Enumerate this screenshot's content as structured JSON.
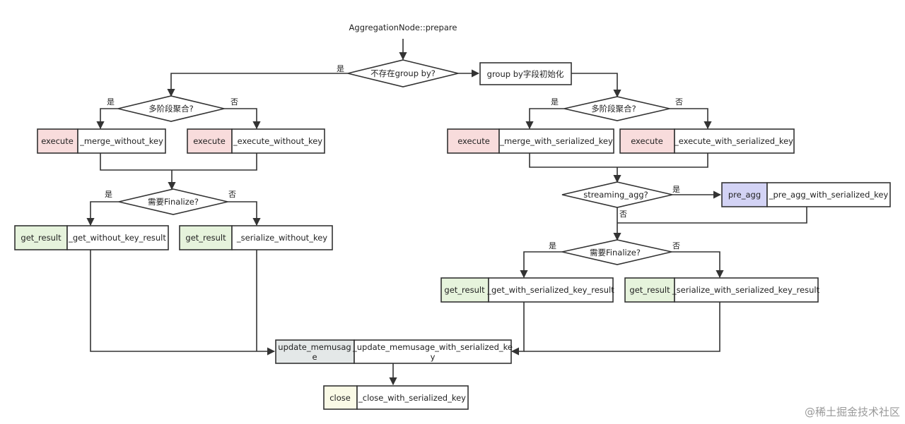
{
  "title": "AggregationNode::prepare",
  "decisions": {
    "no_group_by": "不存在group by?",
    "multi_stage_left": "多阶段聚合?",
    "multi_stage_right": "多阶段聚合?",
    "finalize_left": "需要Finalize?",
    "streaming_agg": "streaming_agg?",
    "finalize_right": "需要Finalize?"
  },
  "boxes": {
    "group_by_init": "group by字段初始化",
    "execute_merge_no_key": [
      "execute",
      "_merge_without_key"
    ],
    "execute_exec_no_key": [
      "execute",
      "_execute_without_key"
    ],
    "execute_merge_serial": [
      "execute",
      "_merge_with_serialized_key"
    ],
    "execute_exec_serial": [
      "execute",
      "_execute_with_serialized_key"
    ],
    "pre_agg": [
      "pre_agg",
      "_pre_agg_with_serialized_key"
    ],
    "get_result_no_key": [
      "get_result",
      "_get_without_key_result"
    ],
    "serialize_no_key": [
      "get_result",
      "_serialize_without_key"
    ],
    "get_result_serial": [
      "get_result",
      "_get_with_serialized_key_result"
    ],
    "serialize_serial": [
      "get_result",
      "_serialize_with_serialized_key_result"
    ],
    "update_memusage": [
      "update_memusage",
      "_update_memusage_with_serialized_key"
    ],
    "close": [
      "close",
      "_close_with_serialized_key"
    ]
  },
  "update_memusage_lines": [
    "update_memusag",
    "e"
  ],
  "update_memusage_impl_lines": [
    "_update_memusage_with_serialized_ke",
    "y"
  ],
  "labels": {
    "yes": "是",
    "no": "否"
  },
  "watermark": "@稀土掘金技术社区",
  "colors": {
    "execute": "#f8dcdc",
    "get_result": "#e6f3dc",
    "pre_agg": "#d3d3f5",
    "update_memusage": "#e4e8e8",
    "close": "#fafae6",
    "stroke": "#333333"
  }
}
